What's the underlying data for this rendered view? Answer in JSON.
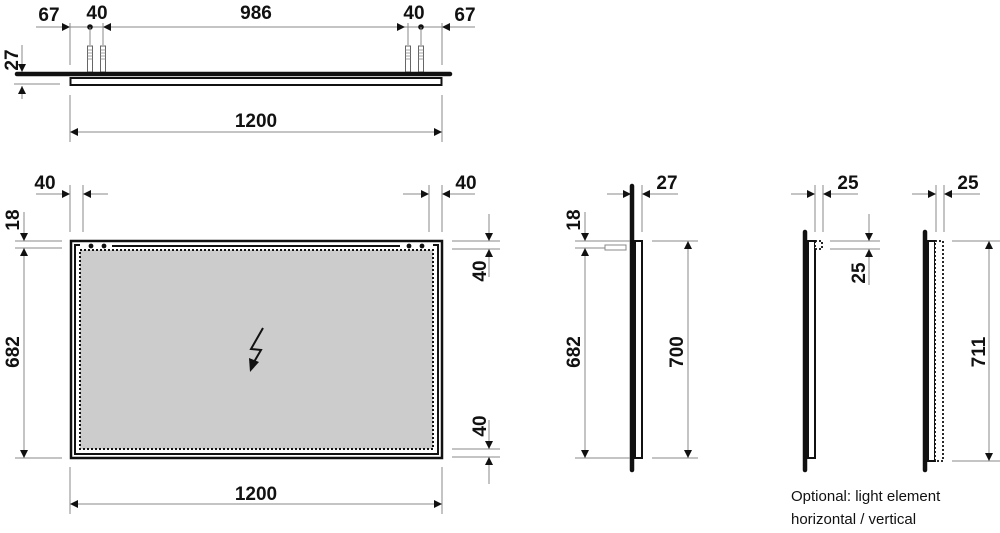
{
  "top_view": {
    "dims": {
      "left_offset": "67",
      "left_hole_spacing": "40",
      "center_span": "986",
      "right_hole_spacing": "40",
      "right_offset": "67",
      "thickness": "27",
      "overall_width": "1200"
    }
  },
  "front_view": {
    "dims": {
      "left_inset": "40",
      "right_inset": "40",
      "top_offset": "18",
      "hole_height": "682",
      "top_frame": "40",
      "bottom_frame": "40",
      "overall_width": "1200"
    },
    "mirror_fill_color": "#cccccc",
    "electrical_symbol": "lightning-bolt"
  },
  "side_view": {
    "dims": {
      "depth": "27",
      "top_offset": "18",
      "hole_height": "682",
      "overall_height": "700"
    }
  },
  "light_horizontal_view": {
    "dims": {
      "depth": "25",
      "light_height": "25"
    }
  },
  "light_vertical_view": {
    "dims": {
      "depth": "25",
      "overall_height": "711"
    }
  },
  "note": {
    "line1": "Optional: light element",
    "line2": "horizontal / vertical"
  }
}
